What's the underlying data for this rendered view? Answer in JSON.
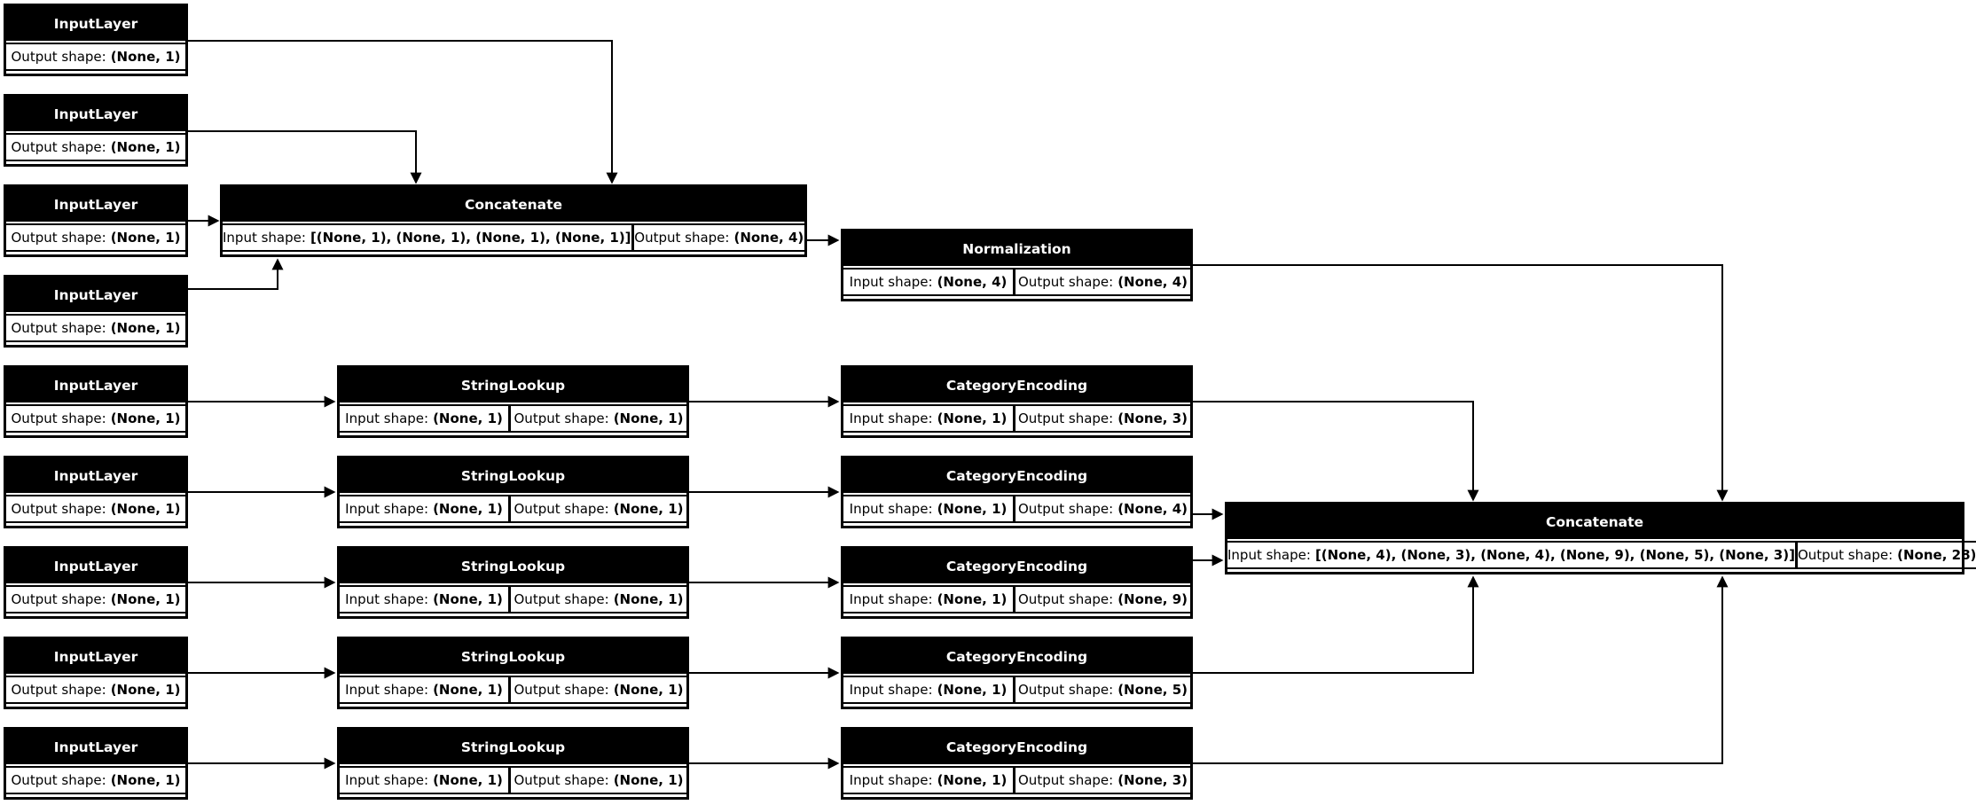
{
  "labels": {
    "input_prefix": "Input shape:",
    "output_prefix": "Output shape:"
  },
  "colors": {
    "background": "#ffffff",
    "node_fill": "#ffffff",
    "node_border": "#000000",
    "title_bg": "#000000",
    "title_text": "#ffffff",
    "edge": "#000000"
  },
  "nodes": {
    "il1": {
      "title": "InputLayer",
      "output_shape": "(None, 1)"
    },
    "il2": {
      "title": "InputLayer",
      "output_shape": "(None, 1)"
    },
    "il3": {
      "title": "InputLayer",
      "output_shape": "(None, 1)"
    },
    "il4": {
      "title": "InputLayer",
      "output_shape": "(None, 1)"
    },
    "il5": {
      "title": "InputLayer",
      "output_shape": "(None, 1)"
    },
    "il6": {
      "title": "InputLayer",
      "output_shape": "(None, 1)"
    },
    "il7": {
      "title": "InputLayer",
      "output_shape": "(None, 1)"
    },
    "il8": {
      "title": "InputLayer",
      "output_shape": "(None, 1)"
    },
    "il9": {
      "title": "InputLayer",
      "output_shape": "(None, 1)"
    },
    "concat1": {
      "title": "Concatenate",
      "input_shape": "[(None, 1), (None, 1), (None, 1), (None, 1)]",
      "output_shape": "(None, 4)"
    },
    "norm": {
      "title": "Normalization",
      "input_shape": "(None, 4)",
      "output_shape": "(None, 4)"
    },
    "sl5": {
      "title": "StringLookup",
      "input_shape": "(None, 1)",
      "output_shape": "(None, 1)"
    },
    "sl6": {
      "title": "StringLookup",
      "input_shape": "(None, 1)",
      "output_shape": "(None, 1)"
    },
    "sl7": {
      "title": "StringLookup",
      "input_shape": "(None, 1)",
      "output_shape": "(None, 1)"
    },
    "sl8": {
      "title": "StringLookup",
      "input_shape": "(None, 1)",
      "output_shape": "(None, 1)"
    },
    "sl9": {
      "title": "StringLookup",
      "input_shape": "(None, 1)",
      "output_shape": "(None, 1)"
    },
    "ce5": {
      "title": "CategoryEncoding",
      "input_shape": "(None, 1)",
      "output_shape": "(None, 3)"
    },
    "ce6": {
      "title": "CategoryEncoding",
      "input_shape": "(None, 1)",
      "output_shape": "(None, 4)"
    },
    "ce7": {
      "title": "CategoryEncoding",
      "input_shape": "(None, 1)",
      "output_shape": "(None, 9)"
    },
    "ce8": {
      "title": "CategoryEncoding",
      "input_shape": "(None, 1)",
      "output_shape": "(None, 5)"
    },
    "ce9": {
      "title": "CategoryEncoding",
      "input_shape": "(None, 1)",
      "output_shape": "(None, 3)"
    },
    "concat2": {
      "title": "Concatenate",
      "input_shape": "[(None, 4), (None, 3), (None, 4), (None, 9), (None, 5), (None, 3)]",
      "output_shape": "(None, 28)"
    }
  }
}
